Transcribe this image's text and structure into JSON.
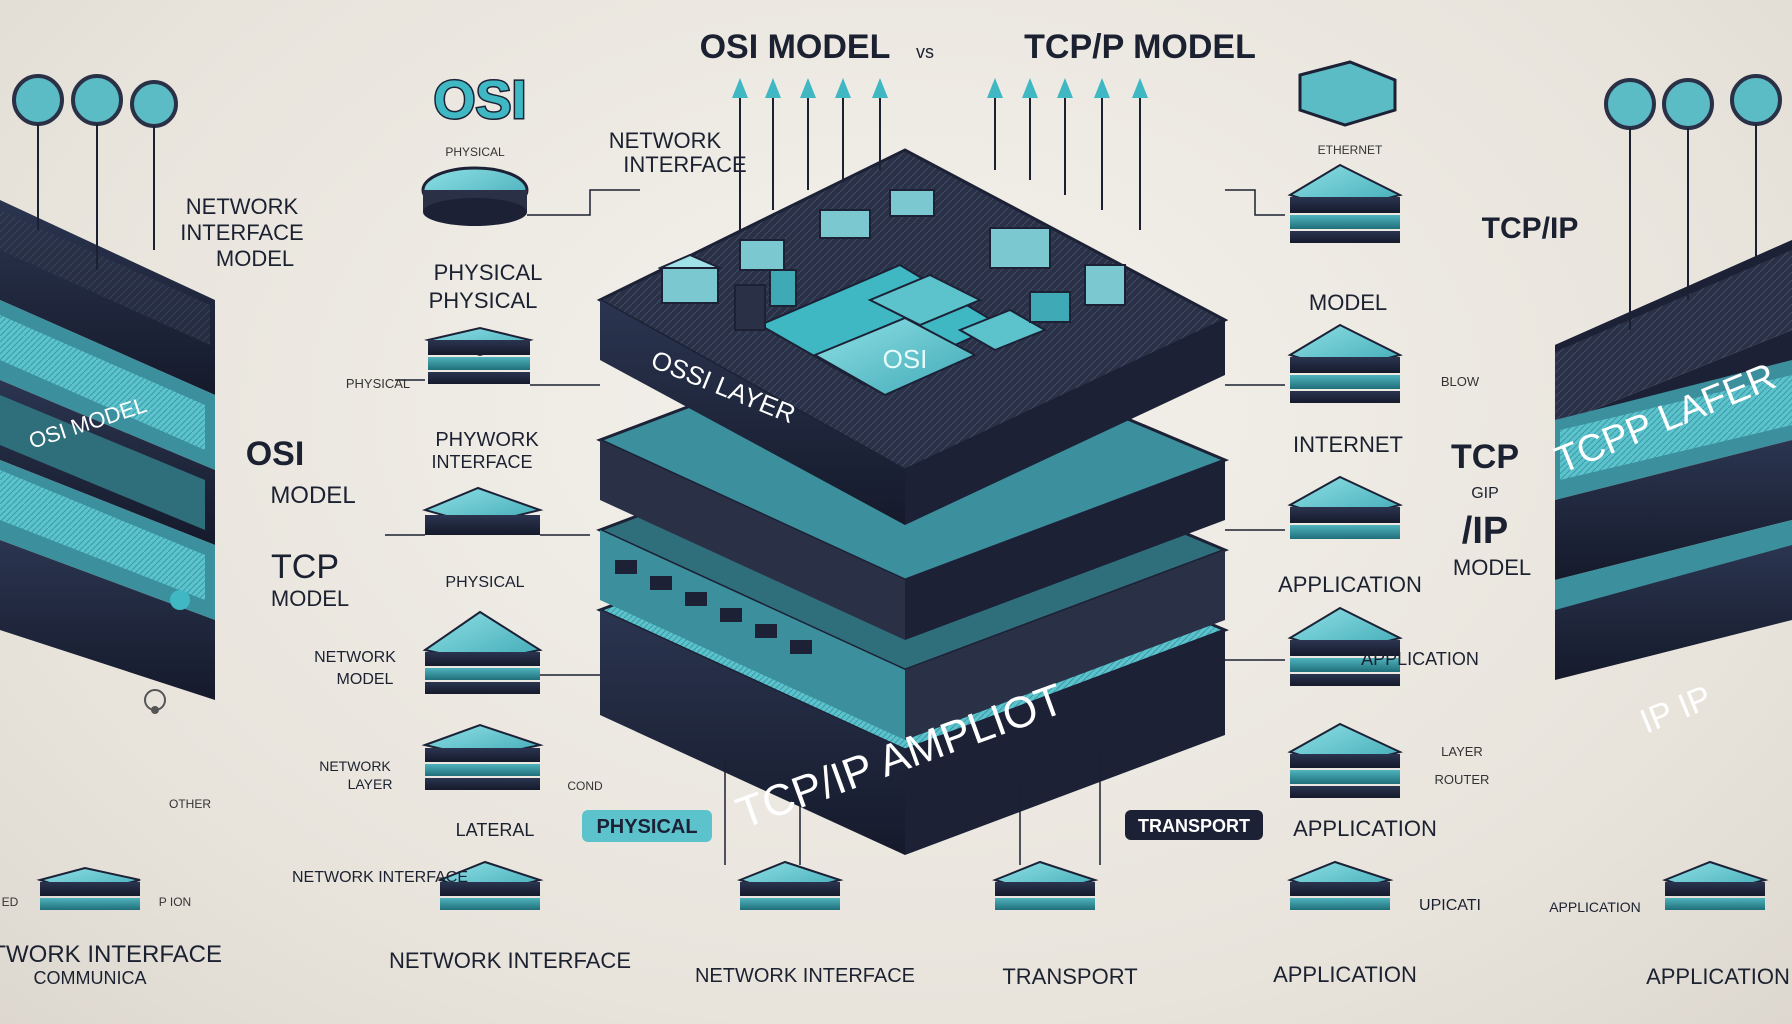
{
  "title": {
    "left": "OSI MODEL",
    "mid": "vs",
    "right": "TCP/P MODEL"
  },
  "osi_badge": "OSI",
  "colors": {
    "teal": "#3fb8c4",
    "dark_teal": "#1f6f7a",
    "navy": "#1c2136",
    "background": "#ece8e1",
    "text": "#1b2130"
  },
  "left_panel": {
    "network_interface_model": [
      "NETWORK",
      "INTERFACE",
      "MODEL"
    ],
    "stack_label": "OSI MODEL",
    "osi_model": [
      "OSI",
      "MODEL"
    ],
    "tcp_model": [
      "TCP",
      "MODEL"
    ],
    "bottom_caption": [
      "NETWORK INTERFACE",
      "COMMUNICA"
    ],
    "small_labels": [
      "OTHER",
      "P ION",
      "ED"
    ]
  },
  "left_column": {
    "small_top": "PHYSICAL",
    "physical": [
      "PHYSICAL",
      "PHYSICAL"
    ],
    "small_physical": "PHYSICAL",
    "phywork": [
      "PHYWORK",
      "INTERFACE"
    ],
    "pthypal": "PHYSICAL",
    "network_model": [
      "NETWORK",
      "MODEL"
    ],
    "network_layer": [
      "NETWORK",
      "LAYER"
    ],
    "lateral": "LATERAL",
    "small_bottom": "COND"
  },
  "center": {
    "network_interface": [
      "NETWORK",
      "INTERFACE"
    ],
    "block_label": "OSI",
    "top_slab_label": "OSSI LAYER",
    "lower_slab_label": "TCP/IP AMPLIOT",
    "physical_tag": "PHYSICAL",
    "transport_tag": "TRANSPORT"
  },
  "bottom_labels": [
    "NETWORK INTERFACE",
    "NETWORK INTERFACE",
    "NETWORK INTERFACE",
    "TRANSPORT",
    "APPLICATION",
    "APPLICATION"
  ],
  "right_column": {
    "small_top": "ETHERNET",
    "model": "MODEL",
    "internet": "INTERNET",
    "application_1": "APPLICATION",
    "application_2": "APPLICATION",
    "application_3": "APPLICATION",
    "small_labels": [
      "BLOW",
      "LAYER",
      "UPICATI",
      "ROUTER"
    ]
  },
  "right_panel": {
    "tcp_ip": "TCP/IP",
    "tcp_ip_model": [
      "TCP",
      "GIP",
      "/IP",
      "MODEL"
    ],
    "slab_label_1": "TCPP LAFER",
    "slab_label_2": "IP IP",
    "application_small": "APPLICATION"
  }
}
